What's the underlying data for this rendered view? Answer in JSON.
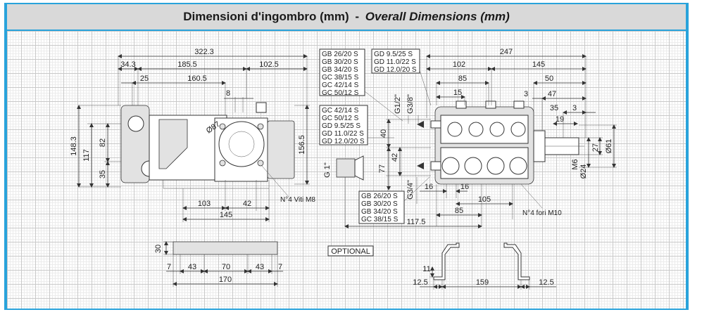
{
  "header": {
    "title_it": "Dimensioni d'ingombro (mm)",
    "separator": "-",
    "title_en": "Overall Dimensions (mm)"
  },
  "side_view": {
    "dims_top": [
      "322.3",
      "34.3",
      "185.5",
      "102.5",
      "25",
      "160.5",
      "8"
    ],
    "dims_left": [
      "148.3",
      "117",
      "82",
      "35"
    ],
    "dim_right": "156.5",
    "dia_label": "Ø87",
    "dims_bottom": [
      "103",
      "42",
      "145"
    ],
    "note": "N°4 Viti M8"
  },
  "top_view": {
    "models_top_left": [
      "GB 26/20 S",
      "GB 30/20 S",
      "GB 34/20 S",
      "GC 38/15 S",
      "GC 42/14 S",
      "GC 50/12 S"
    ],
    "models_top_right": [
      "GD 9.5/25 S",
      "GD 11.0/22 S",
      "GD 12.0/20 S"
    ],
    "models_mid_left": [
      "GC 42/14 S",
      "GC 50/12 S",
      "GD 9.5/25 S",
      "GD 11.0/22 S",
      "GD 12.0/20 S"
    ],
    "models_bottom": [
      "GB 26/20 S",
      "GB 30/20 S",
      "GB 34/20 S",
      "GC 38/15 S"
    ],
    "ports": [
      "G1/2\"",
      "G3/8\"",
      "G 1\"",
      "G3/4\""
    ],
    "dims_top": [
      "247",
      "102",
      "145",
      "85",
      "15",
      "50",
      "3",
      "47",
      "35",
      "3"
    ],
    "dims_left": [
      "40",
      "42",
      "77"
    ],
    "dims_bottom": [
      "16",
      "16",
      "105",
      "85",
      "117.5"
    ],
    "dims_right": [
      "19",
      "M6",
      "Ø24",
      "27",
      "Ø61"
    ],
    "note": "N°4 fori M10"
  },
  "bottom_left": {
    "height": "30",
    "dims": [
      "7",
      "43",
      "70",
      "43",
      "7"
    ],
    "total": "170"
  },
  "optional": {
    "label": "OPTIONAL",
    "height": "11",
    "dims": [
      "12.5",
      "159",
      "12.5"
    ]
  }
}
